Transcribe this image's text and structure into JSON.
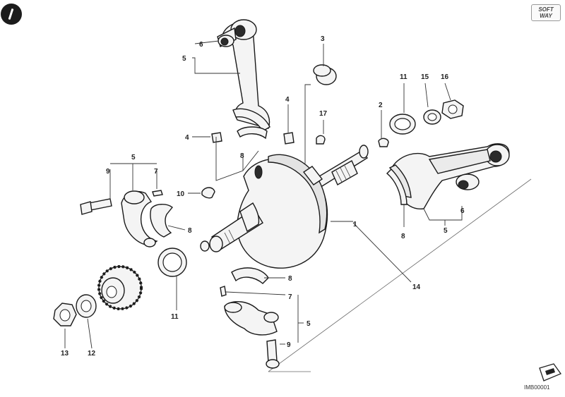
{
  "diagram": {
    "brand_line1": "SOFT",
    "brand_line2": "WAY",
    "image_code": "IMB00001",
    "callouts": {
      "c1": "1",
      "c2": "2",
      "c3": "3",
      "c4a": "4",
      "c4b": "4",
      "c5a": "5",
      "c5b": "5",
      "c5c": "5",
      "c5d": "5",
      "c6a": "6",
      "c6b": "6",
      "c7a": "7",
      "c7b": "7",
      "c8a": "8",
      "c8b": "8",
      "c8c": "8",
      "c8d": "8",
      "c9a": "9",
      "c9b": "9",
      "c10": "10",
      "c11a": "11",
      "c11b": "11",
      "c12": "12",
      "c13": "13",
      "c14": "14",
      "c15": "15",
      "c16": "16",
      "c17": "17"
    }
  }
}
